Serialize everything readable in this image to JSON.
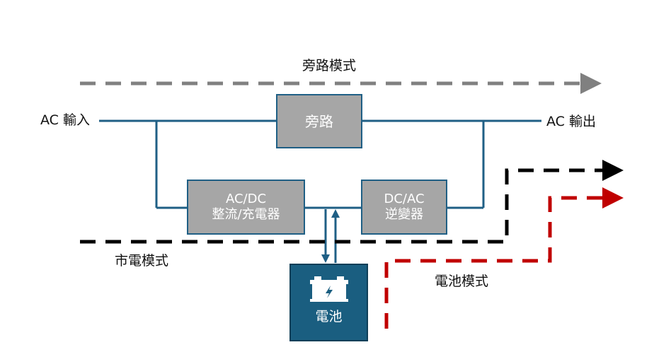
{
  "colors": {
    "bus_line": "#1f5f85",
    "block_fill": "#a6a6a6",
    "battery_fill": "#1a5e80",
    "bypass_path": "#808080",
    "mains_path": "#000000",
    "battery_path": "#c00000"
  },
  "labels": {
    "ac_input": "AC 輸入",
    "ac_output": "AC 輸出",
    "bypass_mode": "旁路模式",
    "mains_mode": "市電模式",
    "battery_mode": "電池模式"
  },
  "blocks": {
    "bypass": {
      "label": "旁路"
    },
    "rectifier": {
      "line1": "AC/DC",
      "line2": "整流/充電器"
    },
    "inverter": {
      "line1": "DC/AC",
      "line2": "逆變器"
    },
    "battery": {
      "label": "電池",
      "icon": "battery-icon"
    }
  }
}
